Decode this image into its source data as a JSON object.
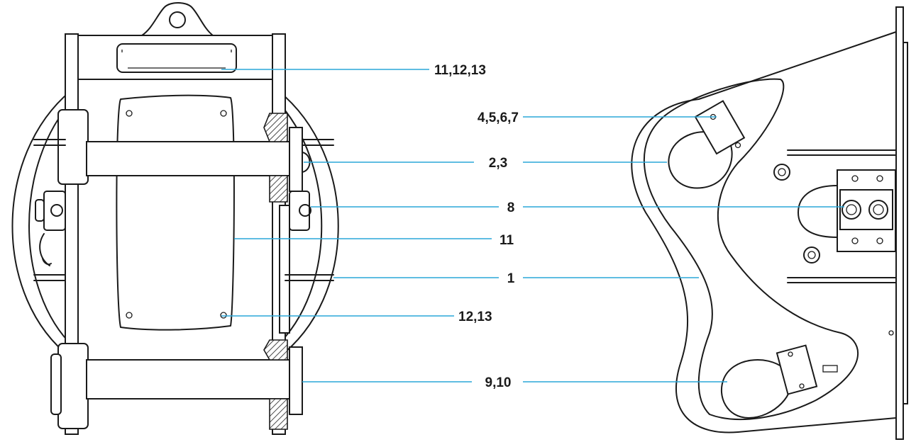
{
  "colors": {
    "line": "#1a1a1a",
    "leader": "#2aa7d8",
    "background": "#ffffff"
  },
  "callouts": [
    {
      "id": "c-11-12-13",
      "label": "11,12,13"
    },
    {
      "id": "c-4-5-6-7",
      "label": "4,5,6,7"
    },
    {
      "id": "c-2-3",
      "label": "2,3"
    },
    {
      "id": "c-8",
      "label": "8"
    },
    {
      "id": "c-11",
      "label": "11"
    },
    {
      "id": "c-1",
      "label": "1"
    },
    {
      "id": "c-12-13",
      "label": "12,13"
    },
    {
      "id": "c-9-10",
      "label": "9,10"
    }
  ]
}
